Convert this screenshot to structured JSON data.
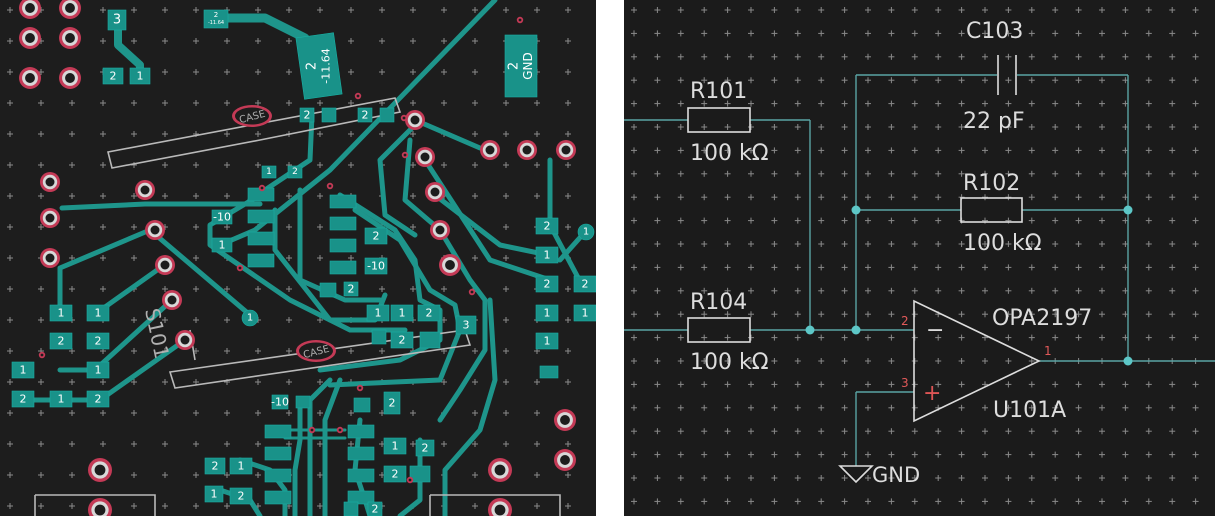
{
  "pcb": {
    "silkscreen": {
      "switch_ref": "S101",
      "case_label_a": "CASE",
      "case_label_b": "CASE"
    },
    "net_labels": {
      "big_pad_a_net": "2",
      "big_pad_a_value": "-11.64",
      "big_pad_b_net": "2",
      "big_pad_b_value": "GND",
      "top_left_pad": "3",
      "small_top_pad_net": "2",
      "small_top_pad_value": "-11.64",
      "connector_label": "3",
      "gnd_short": "GND",
      "value_short": "-11.64",
      "pad_one": "1",
      "pad_two": "2",
      "pad_ten": "-10"
    }
  },
  "schematic": {
    "capacitor": {
      "ref": "C103",
      "value": "22 pF"
    },
    "resistor_feedback": {
      "ref": "R102",
      "value": "100 kΩ"
    },
    "resistor_a": {
      "ref": "R101",
      "value": "100 kΩ"
    },
    "resistor_b": {
      "ref": "R104",
      "value": "100 kΩ"
    },
    "opamp": {
      "part": "OPA2197",
      "ref": "U101A",
      "pin_inverting": "2",
      "pin_noninverting": "3",
      "pin_output": "1",
      "sign_minus": "−",
      "sign_plus": "+"
    },
    "ground_label": "GND"
  }
}
